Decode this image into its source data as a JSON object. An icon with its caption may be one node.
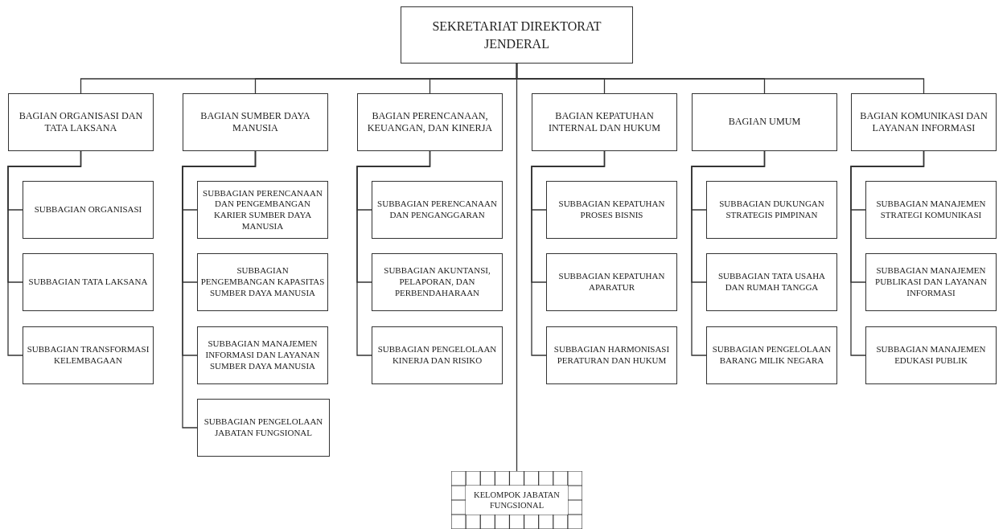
{
  "diagram": {
    "nodes": [
      {
        "text": [
          "SEKRETARIAT DIREKTORAT JENDERAL"
        ]
      },
      {
        "text": [
          "BAGIAN ORGANISASI DAN TATA LAKSANA"
        ]
      },
      {
        "text": [
          "SUBBAGIAN ORGANISASI"
        ]
      },
      {
        "text": [
          "SUBBAGIAN TATA LAKSANA"
        ]
      },
      {
        "text": [
          "SUBBAGIAN TRANSFORMASI KELEMBAGAAN"
        ]
      },
      {
        "text": [
          "BAGIAN SUMBER DAYA MANUSIA"
        ]
      },
      {
        "text": [
          "SUBBAGIAN PERENCANAAN DAN PENGEMBANGAN KARIER SUMBER DAYA MANUSIA"
        ]
      },
      {
        "text": [
          "SUBBAGIAN PENGEMBANGAN KAPASITAS SUMBER DAYA MANUSIA"
        ]
      },
      {
        "text": [
          "SUBBAGIAN MANAJEMEN INFORMASI DAN LAYANAN SUMBER DAYA MANUSIA"
        ]
      },
      {
        "text": [
          "SUBBAGIAN PENGELOLAAN JABATAN FUNGSIONAL"
        ]
      },
      {
        "text": [
          "BAGIAN PERENCANAAN, KEUANGAN, DAN KINERJA"
        ]
      },
      {
        "text": [
          "SUBBAGIAN PERENCANAAN DAN PENGANGGARAN"
        ]
      },
      {
        "text": [
          "SUBBAGIAN AKUNTANSI, PELAPORAN, DAN PERBENDAHARAAN"
        ]
      },
      {
        "text": [
          "SUBBAGIAN PENGELOLAAN KINERJA DAN RISIKO"
        ]
      },
      {
        "text": [
          "BAGIAN KEPATUHAN INTERNAL DAN HUKUM"
        ]
      },
      {
        "text": [
          "SUBBAGIAN KEPATUHAN PROSES BISNIS"
        ]
      },
      {
        "text": [
          "SUBBAGIAN KEPATUHAN APARATUR"
        ]
      },
      {
        "text": [
          "SUBBAGIAN HARMONISASI PERATURAN DAN HUKUM"
        ]
      },
      {
        "text": [
          "BAGIAN UMUM"
        ]
      },
      {
        "text": [
          "SUBBAGIAN DUKUNGAN STRATEGIS PIMPINAN"
        ]
      },
      {
        "text": [
          "SUBBAGIAN TATA USAHA DAN RUMAH TANGGA"
        ]
      },
      {
        "text": [
          "SUBBAGIAN PENGELOLAAN BARANG MILIK NEGARA"
        ]
      },
      {
        "text": [
          "BAGIAN KOMUNIKASI DAN LAYANAN INFORMASI"
        ]
      },
      {
        "text": [
          "SUBBAGIAN MANAJEMEN STRATEGI KOMUNIKASI"
        ]
      },
      {
        "text": [
          "SUBBAGIAN MANAJEMEN PUBLIKASI DAN LAYANAN INFORMASI"
        ]
      },
      {
        "text": [
          "SUBBAGIAN MANAJEMEN EDUKASI PUBLIK"
        ]
      },
      {
        "text": [
          "KELOMPOK JABATAN FUNGSIONAL"
        ]
      }
    ],
    "edges": [
      {
        "from": 0,
        "to": 1,
        "arrow": "none"
      },
      {
        "from": 0,
        "to": 5,
        "arrow": "none"
      },
      {
        "from": 0,
        "to": 10,
        "arrow": "none"
      },
      {
        "from": 0,
        "to": 14,
        "arrow": "none"
      },
      {
        "from": 0,
        "to": 18,
        "arrow": "none"
      },
      {
        "from": 0,
        "to": 22,
        "arrow": "none"
      },
      {
        "from": 0,
        "to": 26,
        "arrow": "none"
      },
      {
        "from": 1,
        "to": 2,
        "arrow": "none"
      },
      {
        "from": 1,
        "to": 3,
        "arrow": "none"
      },
      {
        "from": 1,
        "to": 4,
        "arrow": "none"
      },
      {
        "from": 5,
        "to": 6,
        "arrow": "none"
      },
      {
        "from": 5,
        "to": 7,
        "arrow": "none"
      },
      {
        "from": 5,
        "to": 8,
        "arrow": "none"
      },
      {
        "from": 5,
        "to": 9,
        "arrow": "none"
      },
      {
        "from": 10,
        "to": 11,
        "arrow": "none"
      },
      {
        "from": 10,
        "to": 12,
        "arrow": "none"
      },
      {
        "from": 10,
        "to": 13,
        "arrow": "none"
      },
      {
        "from": 14,
        "to": 15,
        "arrow": "none"
      },
      {
        "from": 14,
        "to": 16,
        "arrow": "none"
      },
      {
        "from": 14,
        "to": 17,
        "arrow": "none"
      },
      {
        "from": 18,
        "to": 19,
        "arrow": "none"
      },
      {
        "from": 18,
        "to": 20,
        "arrow": "none"
      },
      {
        "from": 18,
        "to": 21,
        "arrow": "none"
      },
      {
        "from": 22,
        "to": 23,
        "arrow": "none"
      },
      {
        "from": 22,
        "to": 24,
        "arrow": "none"
      },
      {
        "from": 22,
        "to": 25,
        "arrow": "none"
      }
    ]
  }
}
